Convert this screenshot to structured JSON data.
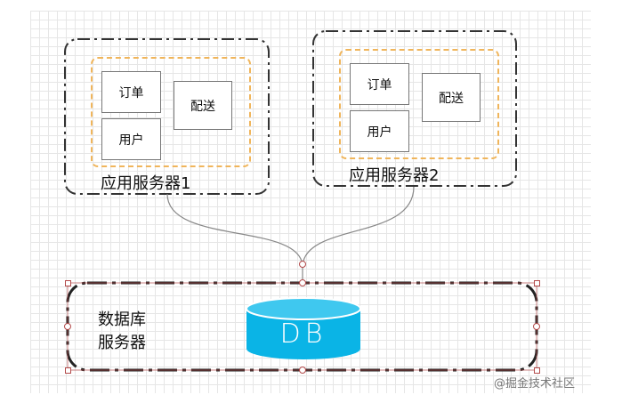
{
  "servers": [
    {
      "label": "应用服务器1",
      "modules": {
        "order": "订单",
        "user": "用户",
        "delivery": "配送"
      }
    },
    {
      "label": "应用服务器2",
      "modules": {
        "order": "订单",
        "user": "用户",
        "delivery": "配送"
      }
    }
  ],
  "db_server": {
    "line1": "数据库",
    "line2": "服务器",
    "db_label": "DB"
  },
  "watermark": "@掘金技术社区",
  "colors": {
    "server_border": "#333333",
    "inner_border": "#f0b55b",
    "db_fill": "#0ab4e6",
    "selection": "#b34a4a",
    "connector": "#888888"
  }
}
